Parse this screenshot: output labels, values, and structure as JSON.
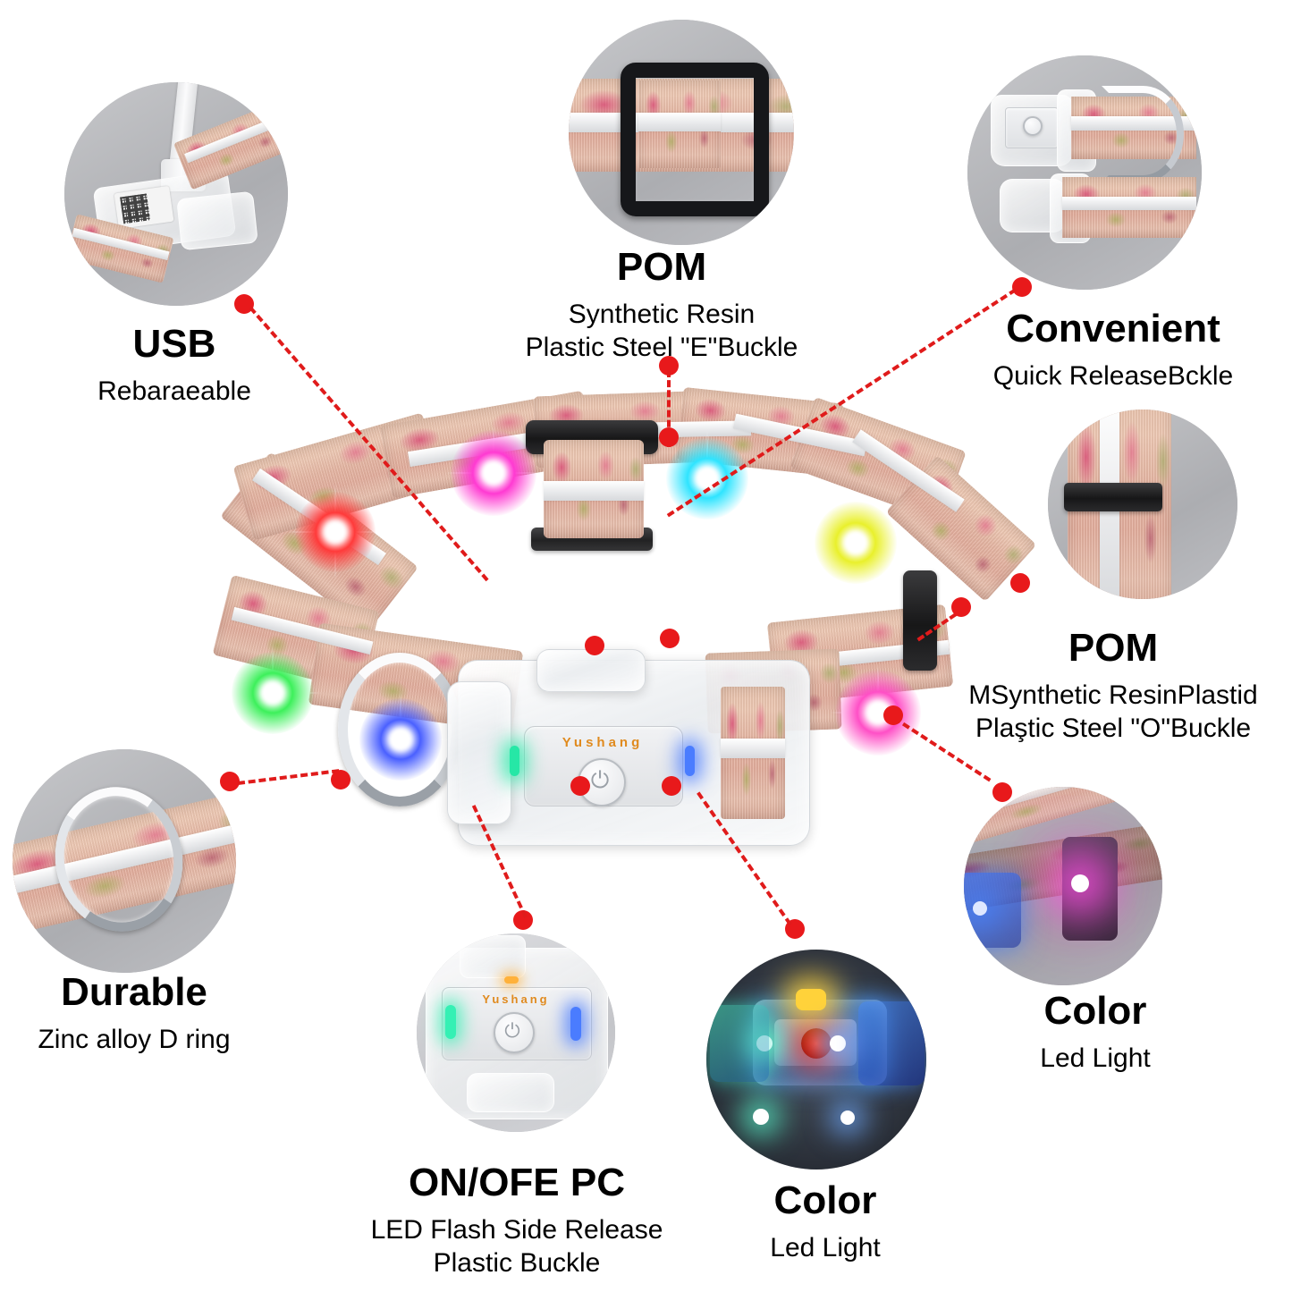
{
  "product": {
    "brand_label": "Yushang",
    "power_icon": "power-button-icon",
    "accent_red": "#e8191b",
    "brand_orange": "#e08a1e",
    "background": "#ffffff"
  },
  "callouts": [
    {
      "id": "usb",
      "title": "USB",
      "lines": [
        "Rebaraeable"
      ],
      "align": "center",
      "inset_name": "usb-charging-photo"
    },
    {
      "id": "pom-e-buckle",
      "title": "POM",
      "lines": [
        "Synthetic Resin",
        "Plastic Steel \"E\"Buckle"
      ],
      "align": "center",
      "inset_name": "e-buckle-photo"
    },
    {
      "id": "convenient",
      "title": "Convenient",
      "lines": [
        "Quick ReleaseBckle"
      ],
      "align": "center",
      "inset_name": "quick-release-buckle-photo"
    },
    {
      "id": "pom-o-buckle",
      "title": "POM",
      "lines": [
        "MSynthetic ResinPlastid",
        "Plaştic Steel \"O\"Buckle"
      ],
      "align": "center",
      "inset_name": "o-buckle-keeper-photo"
    },
    {
      "id": "color-right",
      "title": "Color",
      "lines": [
        "Led Light"
      ],
      "align": "center",
      "inset_name": "led-glow-collar-photo"
    },
    {
      "id": "durable",
      "title": "Durable",
      "lines": [
        "Zinc alloy D ring"
      ],
      "align": "center",
      "inset_name": "d-ring-photo"
    },
    {
      "id": "on-off-pc",
      "title": "ON/OFE PC",
      "lines": [
        "LED Flash Side Release",
        "Plastic Buckle"
      ],
      "align": "center",
      "inset_name": "power-switch-buckle-photo"
    },
    {
      "id": "color-center",
      "title": "Color",
      "lines": [
        "Led Light"
      ],
      "align": "center",
      "inset_name": "led-buckle-night-photo"
    }
  ],
  "leds": [
    {
      "name": "led-red",
      "color": "#ff2f2f"
    },
    {
      "name": "led-magenta",
      "color": "#ff3bd0"
    },
    {
      "name": "led-cyan",
      "color": "#2fe8ff"
    },
    {
      "name": "led-yellow",
      "color": "#e8ef2a"
    },
    {
      "name": "led-green",
      "color": "#3cf05a"
    },
    {
      "name": "led-blue",
      "color": "#3c5cff"
    },
    {
      "name": "led-pink",
      "color": "#ff55c8"
    },
    {
      "name": "led-teal-indicator",
      "color": "#17e6a8"
    },
    {
      "name": "led-blue-indicator",
      "color": "#3c7cff"
    }
  ]
}
